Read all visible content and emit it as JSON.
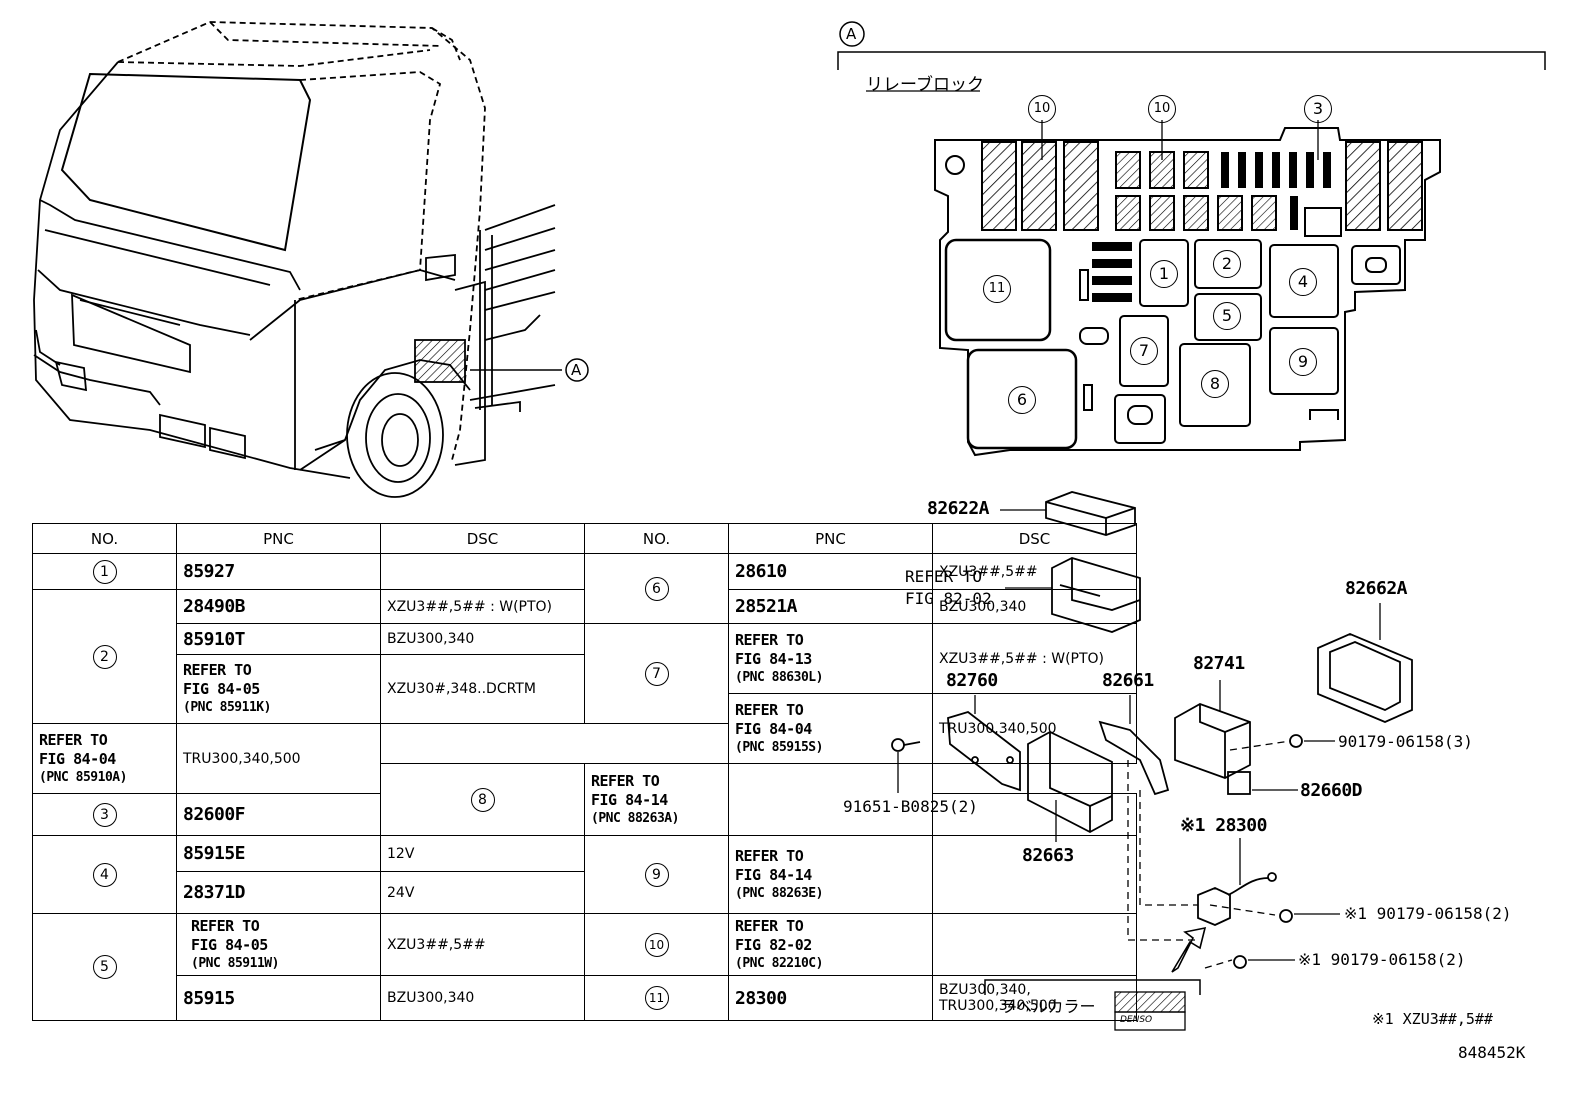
{
  "callout_a": "A",
  "relay_block_title": "リレーブロック",
  "relay_slots": [
    "1",
    "2",
    "3",
    "4",
    "5",
    "6",
    "7",
    "8",
    "9",
    "10",
    "11"
  ],
  "table": {
    "headers": [
      "NO.",
      "PNC",
      "DSC",
      "NO.",
      "PNC",
      "DSC"
    ],
    "left": [
      {
        "no": "1",
        "rows": [
          {
            "pnc": "85927",
            "dsc": ""
          }
        ]
      },
      {
        "no": "2",
        "rows": [
          {
            "pnc": "28490B",
            "dsc": "XZU3##,5## : W(PTO)"
          },
          {
            "pnc": "85910T",
            "dsc": "BZU300,340"
          },
          {
            "ref1": "REFER TO",
            "ref2": "FIG 84-05",
            "ref3": "(PNC 85911K)",
            "dsc": "XZU30#,348..DCRTM"
          },
          {
            "ref1": "REFER TO",
            "ref2": "FIG 84-04",
            "ref3": "(PNC 85910A)",
            "dsc": "TRU300,340,500"
          }
        ]
      },
      {
        "no": "3",
        "rows": [
          {
            "pnc": "82600F",
            "dsc": ""
          }
        ]
      },
      {
        "no": "4",
        "rows": [
          {
            "pnc": "85915E",
            "dsc": "12V"
          },
          {
            "pnc": "28371D",
            "dsc": "24V"
          }
        ]
      },
      {
        "no": "5",
        "rows": [
          {
            "ref1": "REFER TO",
            "ref2": "FIG 84-05",
            "ref3": "(PNC 85911W)",
            "dsc": "XZU3##,5##"
          },
          {
            "pnc": "85915",
            "dsc": "BZU300,340"
          }
        ]
      }
    ],
    "right": [
      {
        "no": "6",
        "rows": [
          {
            "pnc": "28610",
            "dsc": "XZU3##,5##"
          },
          {
            "pnc": "28521A",
            "dsc": "BZU300,340"
          }
        ]
      },
      {
        "no": "7",
        "rows": [
          {
            "ref1": "REFER TO",
            "ref2": "FIG 84-13",
            "ref3": "(PNC 88630L)",
            "dsc": "XZU3##,5## : W(PTO)"
          },
          {
            "ref1": "REFER TO",
            "ref2": "FIG 84-04",
            "ref3": "(PNC 85915S)",
            "dsc": "TRU300,340,500"
          }
        ]
      },
      {
        "no": "8",
        "rows": [
          {
            "ref1": "REFER TO",
            "ref2": "FIG 84-14",
            "ref3": "(PNC 88263A)",
            "dsc": ""
          }
        ]
      },
      {
        "no": "9",
        "rows": [
          {
            "ref1": "REFER TO",
            "ref2": "FIG 84-14",
            "ref3": "(PNC 88263E)",
            "dsc": ""
          }
        ]
      },
      {
        "no": "10",
        "rows": [
          {
            "ref1": "REFER TO",
            "ref2": "FIG 82-02",
            "ref3": "(PNC 82210C)",
            "dsc": ""
          }
        ]
      },
      {
        "no": "11",
        "rows": [
          {
            "pnc": "28300",
            "dsc": "BZU300,340,",
            "dsc2": "TRU300,340,500"
          }
        ]
      }
    ]
  },
  "exploded": {
    "p82622A": "82622A",
    "refer_to": "REFER TO",
    "refer_fig": "FIG 82-02",
    "p82662A": "82662A",
    "p82760": "82760",
    "p82661": "82661",
    "p82741": "82741",
    "p90179_3": "90179-06158(3)",
    "p82660D": "82660D",
    "p91651": "91651-B0825(2)",
    "p82663": "82663",
    "p28300": "※1 28300",
    "p90179_2a": "※1 90179-06158(2)",
    "p90179_2b": "※1 90179-06158(2)",
    "label_color": "ラベルカラー",
    "denso": "DENSO",
    "footnote": "※1 XZU3##,5##",
    "illus_id": "848452K"
  }
}
